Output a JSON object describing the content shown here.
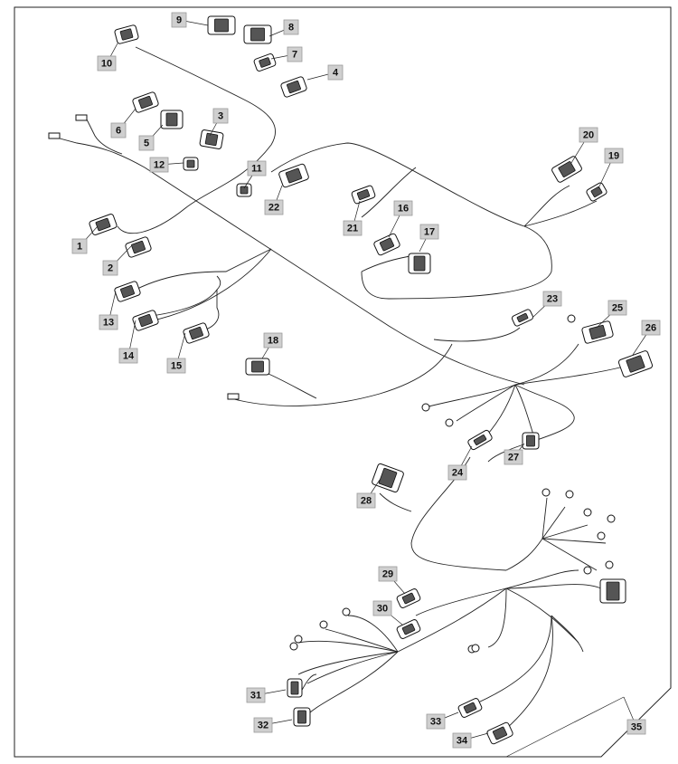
{
  "diagram": {
    "callouts": [
      {
        "id": "c1",
        "label": "1"
      },
      {
        "id": "c2",
        "label": "2"
      },
      {
        "id": "c3",
        "label": "3"
      },
      {
        "id": "c4",
        "label": "4"
      },
      {
        "id": "c5",
        "label": "5"
      },
      {
        "id": "c6",
        "label": "6"
      },
      {
        "id": "c7",
        "label": "7"
      },
      {
        "id": "c8",
        "label": "8"
      },
      {
        "id": "c9",
        "label": "9"
      },
      {
        "id": "c10",
        "label": "10"
      },
      {
        "id": "c11",
        "label": "11"
      },
      {
        "id": "c12",
        "label": "12"
      },
      {
        "id": "c13",
        "label": "13"
      },
      {
        "id": "c14",
        "label": "14"
      },
      {
        "id": "c15",
        "label": "15"
      },
      {
        "id": "c16",
        "label": "16"
      },
      {
        "id": "c17",
        "label": "17"
      },
      {
        "id": "c18",
        "label": "18"
      },
      {
        "id": "c19",
        "label": "19"
      },
      {
        "id": "c20",
        "label": "20"
      },
      {
        "id": "c21",
        "label": "21"
      },
      {
        "id": "c22",
        "label": "22"
      },
      {
        "id": "c23",
        "label": "23"
      },
      {
        "id": "c24",
        "label": "24"
      },
      {
        "id": "c25",
        "label": "25"
      },
      {
        "id": "c26",
        "label": "26"
      },
      {
        "id": "c27",
        "label": "27"
      },
      {
        "id": "c28",
        "label": "28"
      },
      {
        "id": "c29",
        "label": "29"
      },
      {
        "id": "c30",
        "label": "30"
      },
      {
        "id": "c31",
        "label": "31"
      },
      {
        "id": "c32",
        "label": "32"
      },
      {
        "id": "c33",
        "label": "33"
      },
      {
        "id": "c34",
        "label": "34"
      },
      {
        "id": "c35",
        "label": "35"
      }
    ]
  }
}
